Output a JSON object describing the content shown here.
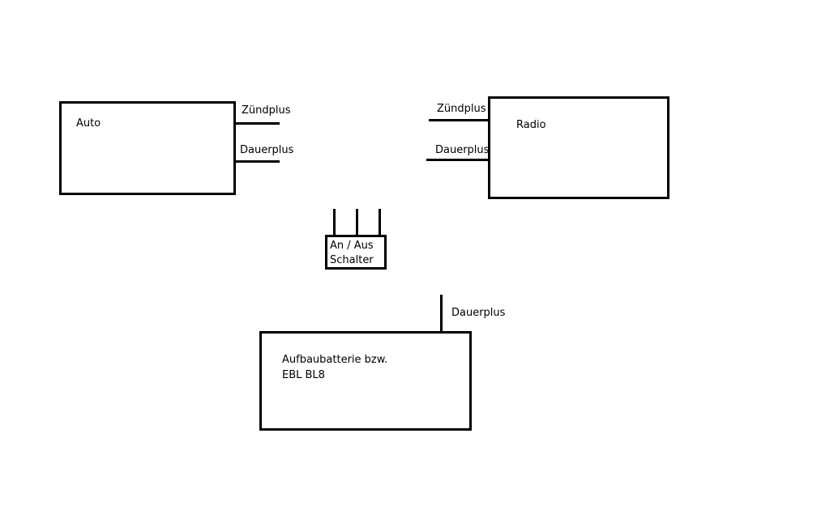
{
  "auto": {
    "label": "Auto",
    "zuendplus_label": "Zündplus",
    "dauerplus_label": "Dauerplus"
  },
  "radio": {
    "label": "Radio",
    "zuendplus_label": "Zündplus",
    "dauerplus_label": "Dauerplus"
  },
  "switch": {
    "line1": "An / Aus",
    "line2": "Schalter"
  },
  "battery": {
    "line1": "Aufbaubatterie bzw.",
    "line2": "EBL BL8",
    "dauerplus_label": "Dauerplus"
  }
}
